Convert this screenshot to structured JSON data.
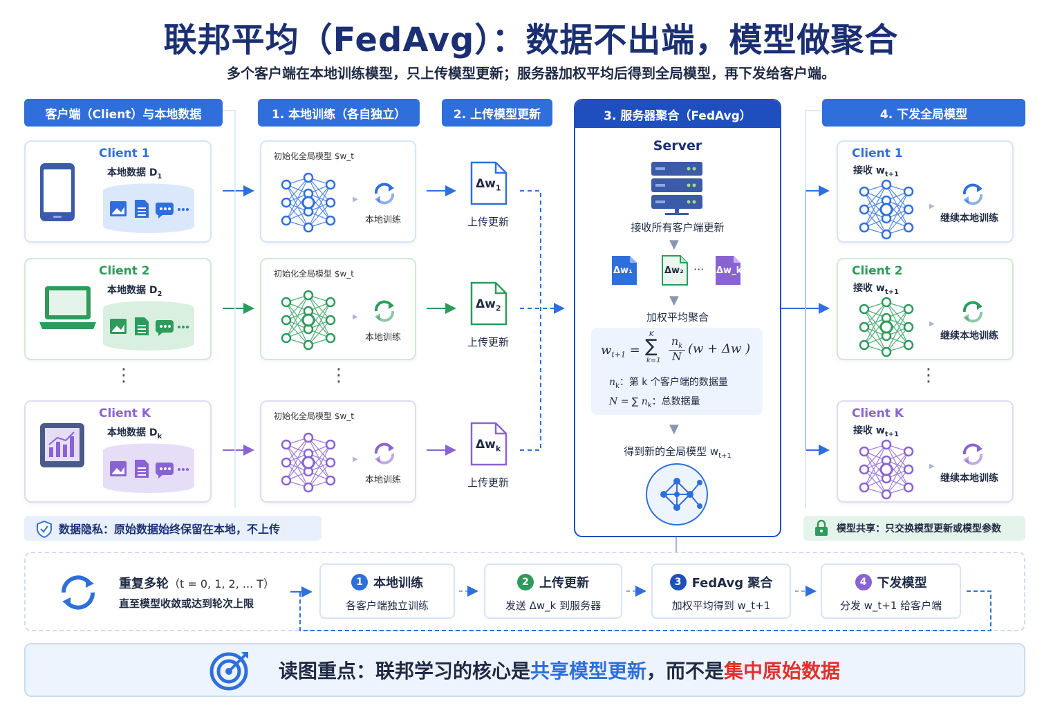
{
  "title": "联邦平均（FedAvg）：数据不出端，模型做聚合",
  "subtitle": "多个客户端在本地训练模型，只上传模型更新；服务器加权平均后得到全局模型，再下发给客户端。",
  "colors": {
    "blue": "#2f6fdb",
    "green": "#2e9a5b",
    "purple": "#8a63d2",
    "navy": "#1b2f73",
    "red": "#e0312b"
  },
  "headers": {
    "clients": "客户端（Client）与本地数据",
    "train": "1. 本地训练（各自独立）",
    "upload": "2. 上传模型更新",
    "server": "3. 服务器聚合（FedAvg）",
    "broadcast": "4. 下发全局模型"
  },
  "clients": [
    {
      "name": "Client 1",
      "data_label": "本地数据 D",
      "data_sub": "1",
      "device": "phone-icon"
    },
    {
      "name": "Client 2",
      "data_label": "本地数据 D",
      "data_sub": "2",
      "device": "laptop-icon"
    },
    {
      "name": "Client K",
      "data_label": "本地数据 D",
      "data_sub": "k",
      "device": "tablet-chart-icon"
    }
  ],
  "train": {
    "init_label": "初始化全局模型 $w_t",
    "local_train": "本地训练"
  },
  "uploads": [
    {
      "symbol": "Δw",
      "sub": "1",
      "label": "上传更新"
    },
    {
      "symbol": "Δw",
      "sub": "2",
      "label": "上传更新"
    },
    {
      "symbol": "Δw",
      "sub": "k",
      "label": "上传更新"
    }
  ],
  "server": {
    "title": "Server",
    "receive": "接收所有客户端更新",
    "files": [
      "Δw₁",
      "Δw₂",
      "Δw_k"
    ],
    "ellipsis": "···",
    "aggregate": "加权平均聚合",
    "formula_lhs": "w",
    "formula_lhs_sub": "t+1",
    "formula_sum_top": "K",
    "formula_sum_bottom": "k=1",
    "formula_frac_num": "n",
    "formula_frac_num_sub": "k",
    "formula_frac_den": "N",
    "formula_rhs": "(w + Δw )",
    "nk_def": "：第 k 个客户端的数据量",
    "nk_sym": "n",
    "nk_sub": "k",
    "N_def": "：总数据量",
    "result": "得到新的全局模型 w",
    "result_sub": "t+1"
  },
  "broadcast": [
    {
      "name": "Client 1",
      "receive": "接收 w",
      "sub": "t+1",
      "action": "继续本地训练"
    },
    {
      "name": "Client 2",
      "receive": "接收 w",
      "sub": "t+1",
      "action": "继续本地训练"
    },
    {
      "name": "Client K",
      "receive": "接收 w",
      "sub": "t+1",
      "action": "继续本地训练"
    }
  ],
  "privacy_note": "数据隐私：原始数据始终保留在本地，不上传",
  "share_note": "模型共享：只交换模型更新或模型参数",
  "loop": {
    "title": "重复多轮",
    "range": "（t = 0, 1, 2, ... T）",
    "desc": "直至模型收敛或达到轮次上限",
    "steps": [
      {
        "num": "1",
        "title": "本地训练",
        "desc": "各客户端独立训练",
        "color": "#2f6fdb"
      },
      {
        "num": "2",
        "title": "上传更新",
        "desc": "发送 Δw_k 到服务器",
        "color": "#2e9a5b"
      },
      {
        "num": "3",
        "title": "FedAvg 聚合",
        "desc": "加权平均得到 w_t+1",
        "color": "#1f4fbf"
      },
      {
        "num": "4",
        "title": "下发模型",
        "desc": "分发 w_t+1 给客户端",
        "color": "#8a63d2"
      }
    ]
  },
  "keypoint": {
    "prefix": "读图重点：联邦学习的核心是",
    "highlight1": "共享模型更新",
    "middle": "，而不是",
    "highlight2": "集中原始数据"
  }
}
